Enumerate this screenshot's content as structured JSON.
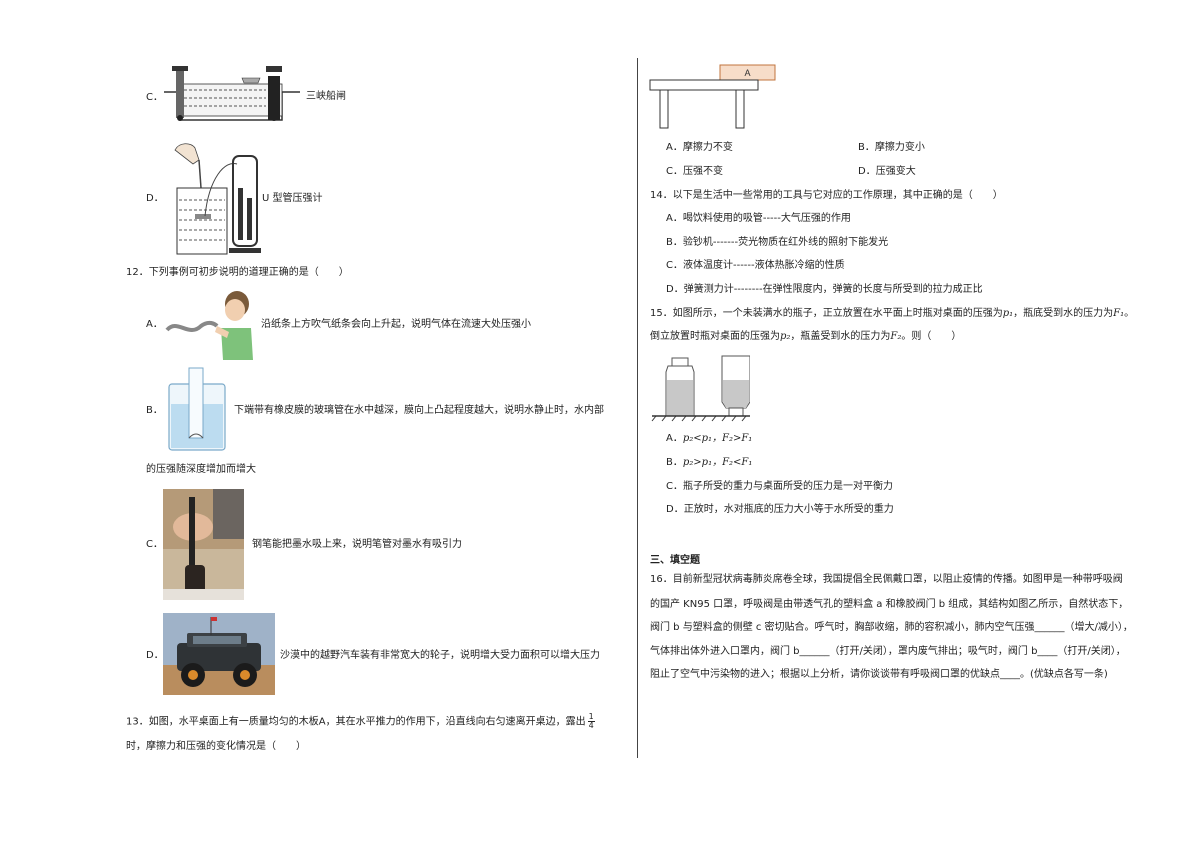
{
  "left": {
    "q11": {
      "c_label": "C．",
      "c_caption": "三峡船闸",
      "d_label": "D．",
      "d_caption": "U 型管压强计"
    },
    "q12": {
      "stem": "12．下列事例可初步说明的道理正确的是（　　）",
      "a_label": "A．",
      "a_text": "沿纸条上方吹气纸条会向上升起，说明气体在流速大处压强小",
      "b_label": "B．",
      "b_text": "下端带有橡皮膜的玻璃管在水中越深，膜向上凸起程度越大，说明水静止时，水内部",
      "b_text2": "的压强随深度增加而增大",
      "c_label": "C．",
      "c_text": "钢笔能把墨水吸上来，说明笔管对墨水有吸引力",
      "d_label": "D．",
      "d_text": "沙漠中的越野汽车装有非常宽大的轮子，说明增大受力面积可以增大压力"
    },
    "q13": {
      "stem_part1": "13．如图，水平桌面上有一质量均匀的木板A，其在水平推力的作用下，沿直线向右匀速离开桌边，露出",
      "frac_num": "1",
      "frac_den": "4",
      "stem_part2": "时，摩擦力和压强的变化情况是（　　）"
    }
  },
  "right": {
    "q13_fig_label": "A",
    "q13_opts": {
      "a": "A．摩擦力不变",
      "b": "B．摩擦力变小",
      "c": "C．压强不变",
      "d": "D．压强变大"
    },
    "q14": {
      "stem": "14．以下是生活中一些常用的工具与它对应的工作原理，其中正确的是（　　）",
      "a": "A．喝饮料使用的吸管-----大气压强的作用",
      "b": "B．验钞机-------荧光物质在红外线的照射下能发光",
      "c": "C．液体温度计------液体热胀冷缩的性质",
      "d": "D．弹簧测力计--------在弹性限度内，弹簧的长度与所受到的拉力成正比"
    },
    "q15": {
      "stem1_a": "15．如图所示，一个未装满水的瓶子，正立放置在水平面上时瓶对桌面的压强为",
      "p1": "p₁",
      "stem1_b": "，瓶底受到水的压力为",
      "F1": "F₁",
      "stem1_c": "。",
      "stem2_a": "倒立放置时瓶对桌面的压强为",
      "p2": "p₂",
      "stem2_b": "，瓶盖受到水的压力为",
      "F2": "F₂",
      "stem2_c": "。则（　　）",
      "a_label": "A．",
      "a_math": "p₂<p₁，F₂>F₁",
      "b_label": "B．",
      "b_math": "p₂>p₁，F₂<F₁",
      "c": "C．瓶子所受的重力与桌面所受的压力是一对平衡力",
      "d": "D．正放时，水对瓶底的压力大小等于水所受的重力"
    },
    "section3": "三、填空题",
    "q16": {
      "line1": "16．目前新型冠状病毒肺炎席卷全球，我国提倡全民佩戴口罩，以阻止疫情的传播。如图甲是一种带呼吸阀",
      "line2": "的国产 KN95 口罩，呼吸阀是由带透气孔的塑料盒 a 和橡胶阀门 b 组成，其结构如图乙所示，自然状态下，",
      "line3": "阀门 b 与塑料盒的侧壁 c 密切贴合。呼气时，胸部收缩，肺的容积减小，肺内空气压强______（增大/减小），",
      "line4": "气体排出体外进入口罩内，阀门 b______（打开/关闭），罩内废气排出；吸气时，阀门 b____（打开/关闭），",
      "line5": "阻止了空气中污染物的进入；根据以上分析，请你谈谈带有呼吸阀口罩的优缺点____。(优缺点各写一条)"
    }
  }
}
